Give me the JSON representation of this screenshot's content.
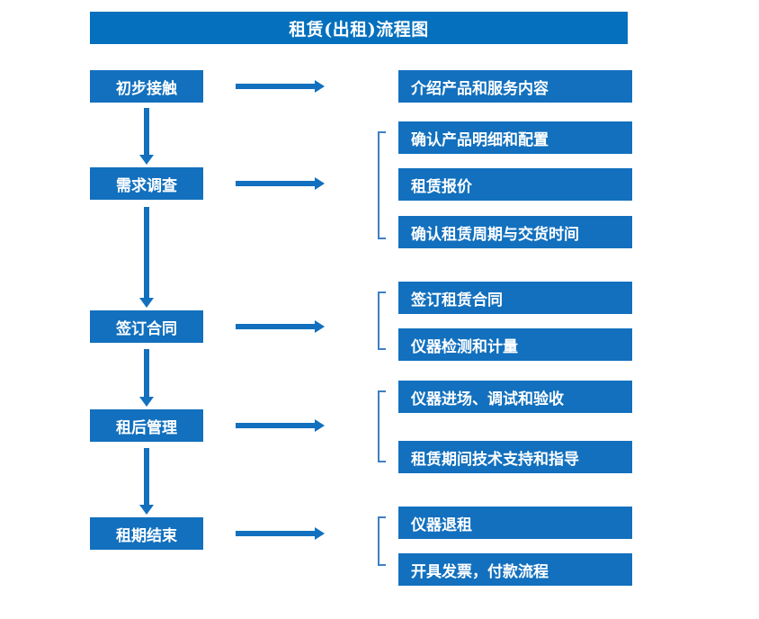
{
  "diagram": {
    "title": "租赁(出租)流程图",
    "colors": {
      "title_bar": "#0470BE",
      "box_fill": "#1270BE",
      "box_text": "#FFFFFF",
      "arrow": "#1270BE",
      "bracket": "#3F7FC1",
      "background": "#FFFFFF"
    },
    "stages": [
      {
        "label": "初步接触"
      },
      {
        "label": "需求调查"
      },
      {
        "label": "签订合同"
      },
      {
        "label": "租后管理"
      },
      {
        "label": "租期结束"
      }
    ],
    "details": [
      {
        "label": "介绍产品和服务内容"
      },
      {
        "label": "确认产品明细和配置"
      },
      {
        "label": "租赁报价"
      },
      {
        "label": "确认租赁周期与交货时间"
      },
      {
        "label": "签订租赁合同"
      },
      {
        "label": "仪器检测和计量"
      },
      {
        "label": "仪器进场、调试和验收"
      },
      {
        "label": "租赁期间技术支持和指导"
      },
      {
        "label": "仪器退租"
      },
      {
        "label": "开具发票，付款流程"
      }
    ]
  }
}
